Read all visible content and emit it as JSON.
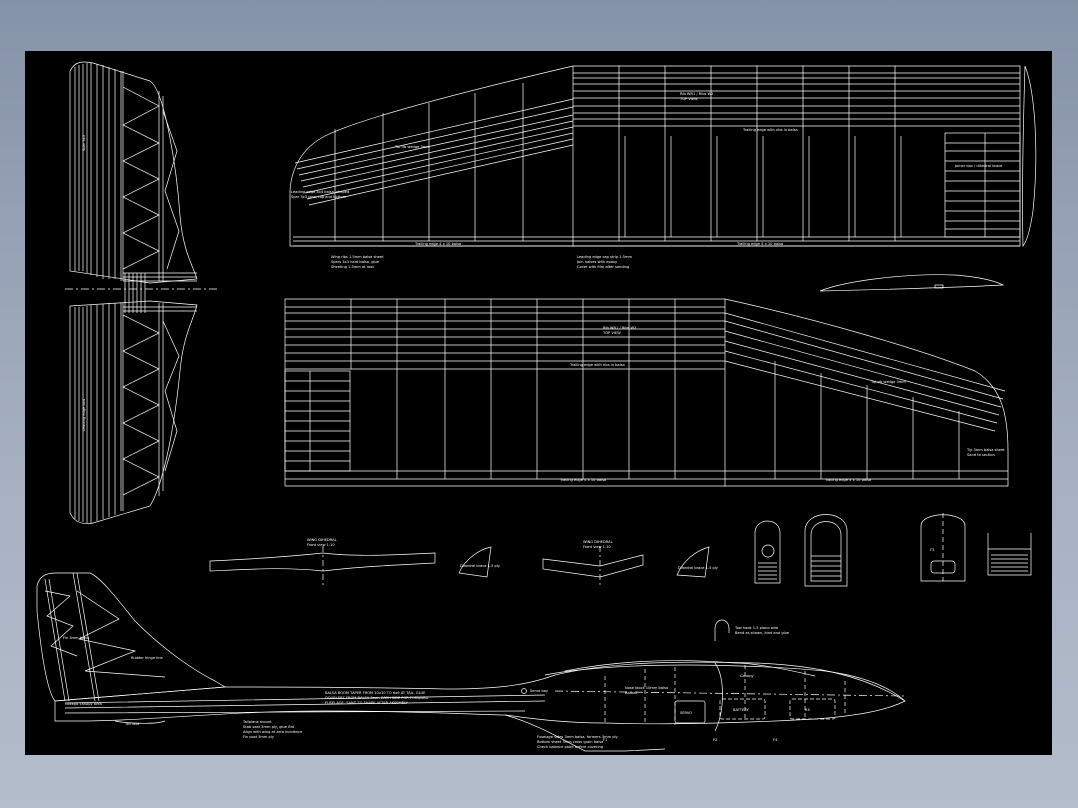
{
  "colors": {
    "line": "#ffffff",
    "paper": "#000000",
    "window": "#8d99ad"
  },
  "labels": {
    "wing_upper_note1": "Rib WR1 / Ribs W2",
    "wing_upper_note2": "TOP VIEW",
    "wing_upper_center": "Trailing edge with ribs in balsa",
    "wing_upper_tip": "Tip rib wedge 3mm",
    "wing_upper_left": "Leading edge 4x4 balsa, shaped",
    "wing_upper_left2": "Spar 3x3 pine, top and bottom",
    "wing_upper_box": "Joiner box / dihedral brace",
    "wing_upper_te1": "Trailing edge 4 x 10 balsa",
    "wing_upper_te2": "Trailing edge 4 x 10 balsa",
    "wing_upper_n1": "Wing ribs 1.5mm balsa sheet",
    "wing_upper_n2": "Spars 3x3 hard balsa, glue",
    "wing_upper_n3": "Sheeting 1.5mm at root",
    "wing_upper_n4": "Leading edge cap strip 1.5mm",
    "wing_upper_n5": "Join halves with epoxy",
    "wing_upper_n6": "Cover with film after sanding",
    "wing_lower_note1": "Rib WR1 / Ribs W2",
    "wing_lower_note2": "TOP VIEW",
    "wing_lower_center": "Trailing edge with ribs in balsa",
    "wing_lower_tip": "Tip rib wedge 3mm",
    "wing_lower_te1": "Trailing edge 4 x 10 balsa",
    "wing_lower_te2": "Trailing edge 4 x 10 balsa",
    "wing_lower_right": "Tip 3mm balsa sheet",
    "wing_lower_right2": "Sand to section",
    "stab_spar": "Spar 3x3",
    "stab_le": "Leading edge 4x4",
    "front_view1_t1": "WING DIHEDRAL",
    "front_view1_t2": "Front view 1:10",
    "front_view2_t1": "WING DIHEDRAL",
    "front_view2_t2": "Front view 1:10",
    "gusset1": "Dihedral brace 1.5 ply",
    "gusset2": "Dihedral brace 1.5 ply",
    "hook_note1": "Tow hook 1.5 piano wire",
    "hook_note2": "Bend as shown, bind and glue",
    "fin_note1": "Fin 3mm balsa",
    "fin_note2": "Rudder hinge line",
    "fus_note1": "Tailboom 10x10 balsa",
    "fus_note2": "Tail skid",
    "fus_tag": "Cockpit canopy area",
    "fus_boom1": "BALSA BOOM TAPER FROM 10x10 TO 6x6 AT TAIL, GLUE",
    "fus_boom2": "DOUBLERS FROM BALSA 3mm EACH SIDE FOR FORWARD",
    "fus_boom3": "FUSELAGE, SAND TO SHAPE AFTER ASSEMBLY",
    "fus_marker": "Servo bay",
    "fus_nose1": "Nose block 10mm balsa",
    "fus_nose2": "Ballast",
    "fus_canopy": "Canopy",
    "fus_bottom1": "Fuselage sides 3mm balsa, formers 3mm ply",
    "fus_bottom2": "Bottom sheet 3mm cross grain balsa",
    "fus_bottom3": "Check balance point before covering",
    "fus_left1": "Tailplane mount",
    "fus_left2": "Stab seat 3mm ply, glue flat",
    "fus_left3": "Align with wing at zero incidence",
    "fus_left4": "Fin post 3mm ply",
    "former_f1": "F1",
    "former_f2": "F2",
    "former_f3": "F3",
    "former_f4": "F4",
    "bay1": "SERVO",
    "bay2": "BATTERY",
    "bay3": "RX"
  }
}
